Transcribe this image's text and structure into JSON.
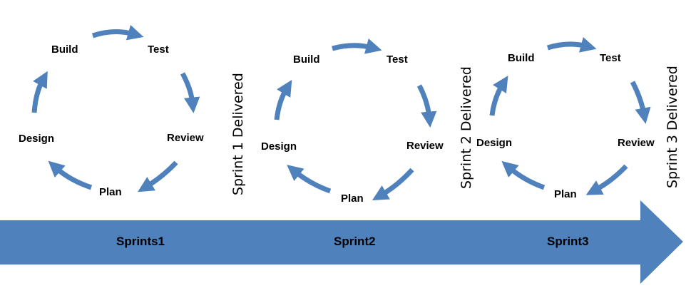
{
  "colors": {
    "accent": "#4f81bd",
    "text": "#000000",
    "background": "#ffffff"
  },
  "cycles": [
    {
      "labels": {
        "build": "Build",
        "test": "Test",
        "review": "Review",
        "plan": "Plan",
        "design": "Design"
      },
      "delivered": "Sprint 1 Delivered"
    },
    {
      "labels": {
        "build": "Build",
        "test": "Test",
        "review": "Review",
        "plan": "Plan",
        "design": "Design"
      },
      "delivered": "Sprint 2 Delivered"
    },
    {
      "labels": {
        "build": "Build",
        "test": "Test",
        "review": "Review",
        "plan": "Plan",
        "design": "Design"
      },
      "delivered": "Sprint 3 Delivered"
    }
  ],
  "timeline": {
    "sprints": [
      "Sprints1",
      "Sprint2",
      "Sprint3"
    ]
  }
}
